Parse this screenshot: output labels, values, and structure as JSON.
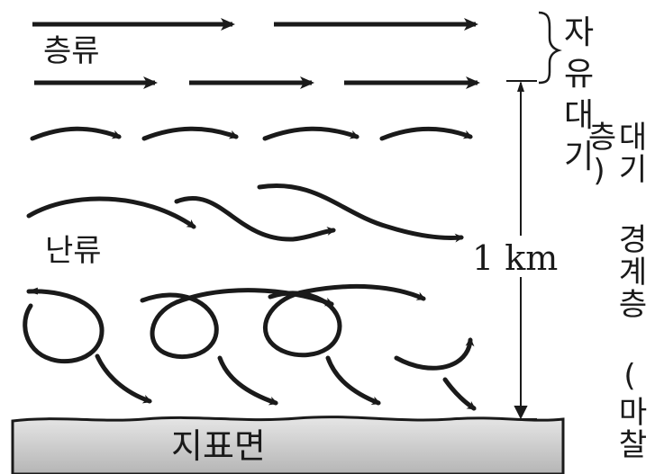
{
  "labels": {
    "laminar": "층류",
    "turbulent": "난류",
    "surface": "지표면",
    "free_atmosphere": "자유 대기",
    "height": "1 km",
    "boundary_layer": "대기 경계층 (마찰층)"
  },
  "colors": {
    "arrow": "#1a1a1a",
    "ground_top": "#e6e6e6",
    "ground_bottom": "#b5b5b5"
  }
}
